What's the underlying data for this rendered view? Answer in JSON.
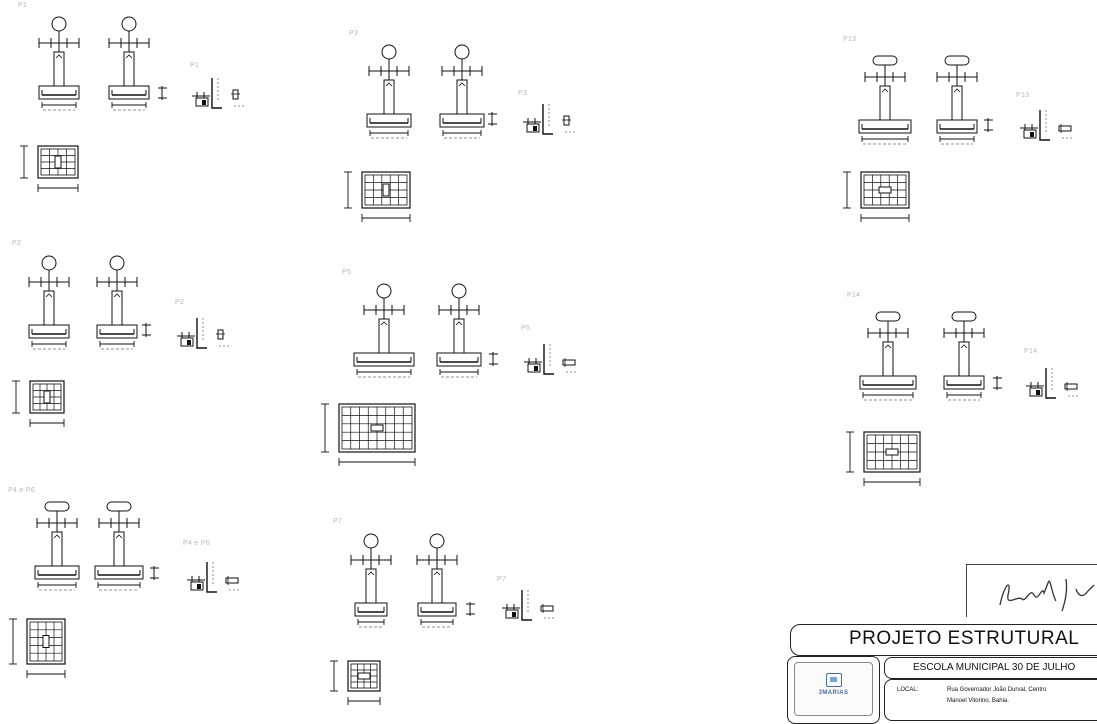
{
  "labels": {
    "p1": "P1",
    "p1_detail": "P1",
    "p2": "P2",
    "p2_detail": "P2",
    "p4p6": "P4 e P6",
    "p4p6_detail": "P4 e P6",
    "p3": "P3",
    "p3_detail": "P3",
    "p5": "P5",
    "p5_detail": "P5",
    "p7": "P7",
    "p7_detail": "P7",
    "p13": "P13",
    "p13_detail": "P13",
    "p14": "P14",
    "p14_detail": "P14"
  },
  "title_block": {
    "project_title": "PROJETO ESTRUTURAL",
    "school_name": "ESCOLA MUNICIPAL 30 DE JULHO",
    "local_label": "LOCAL:",
    "address_line1": "Rua Governador João Durval, Centro",
    "address_line2": "Manoel Vitorino, Bahia.",
    "logo_text": "3MARIAS",
    "signature_icon": "signature-scribble"
  }
}
